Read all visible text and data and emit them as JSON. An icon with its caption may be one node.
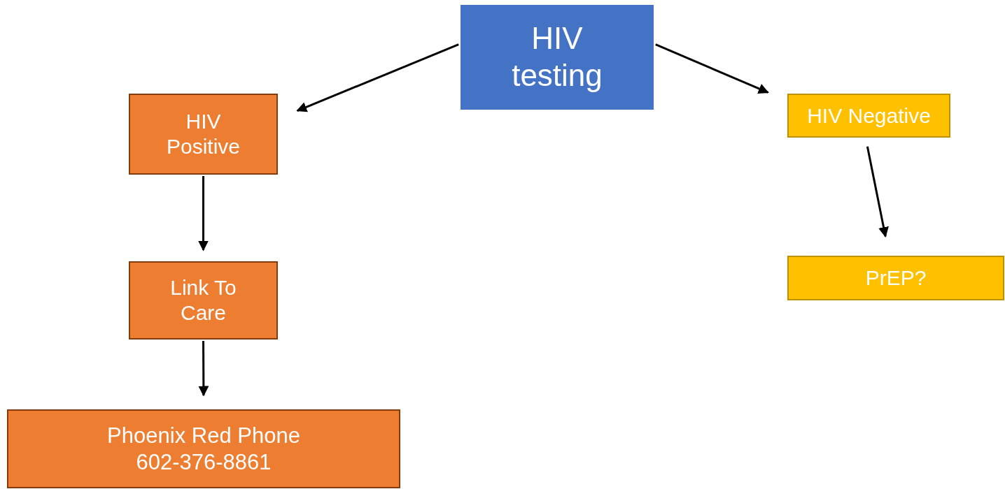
{
  "diagram": {
    "nodes": [
      {
        "text": [
          "HIV testing"
        ]
      },
      {
        "text": [
          "HIV Positive"
        ]
      },
      {
        "text": [
          "HIV Negative"
        ]
      },
      {
        "text": [
          "Link To Care"
        ]
      },
      {
        "text": [
          "Phoenix Red Phone",
          "602-376-8861"
        ]
      },
      {
        "text": [
          "PrEP?"
        ]
      }
    ],
    "edges": [
      {
        "from": 0,
        "to": 1,
        "arrow": "to"
      },
      {
        "from": 0,
        "to": 2,
        "arrow": "to"
      },
      {
        "from": 1,
        "to": 3,
        "arrow": "to"
      },
      {
        "from": 2,
        "to": 5,
        "arrow": "to"
      },
      {
        "from": 3,
        "to": 4,
        "arrow": "to"
      }
    ]
  }
}
